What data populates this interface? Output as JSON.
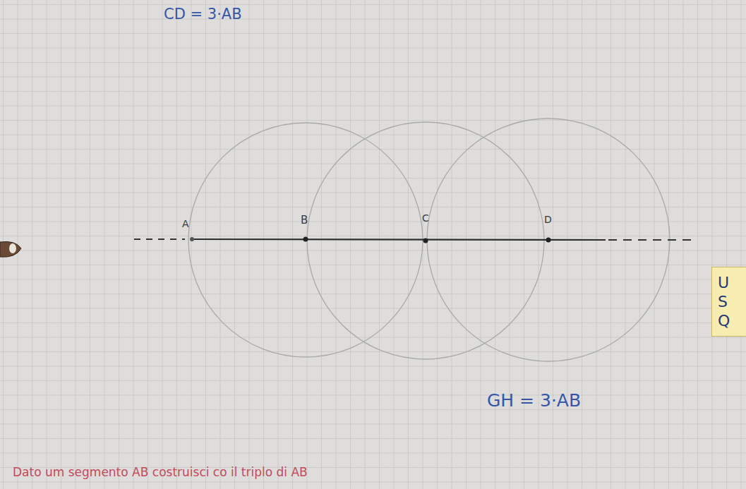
{
  "diagram": {
    "nodes": [
      {
        "text": [
          "U S Q"
        ]
      }
    ],
    "labels": [
      "CD = 3·AB",
      "A",
      "B",
      "C",
      "D",
      "GH = 3·AB",
      "Dato um segmento AB costruisci co il triplo di AB"
    ]
  }
}
